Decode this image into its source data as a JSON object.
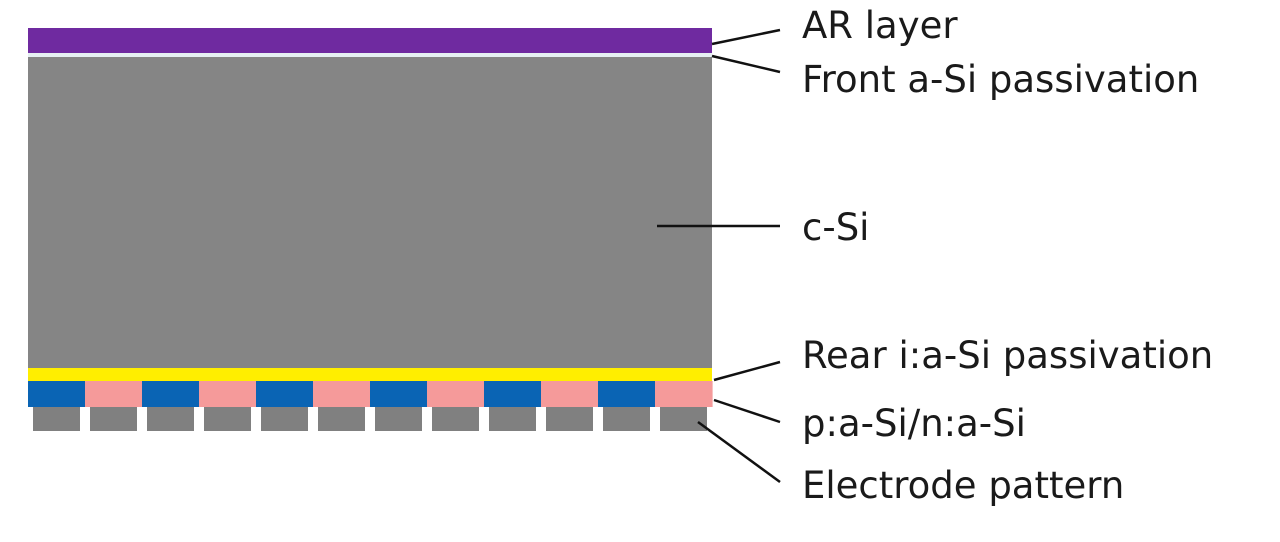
{
  "labels": {
    "ar_layer": "AR layer",
    "front_passivation": "Front a-Si passivation",
    "c_si": "c-Si",
    "rear_passivation": "Rear i:a-Si passivation",
    "doped_layers": "p:a-Si/n:a-Si",
    "electrode": "Electrode pattern"
  },
  "colors": {
    "ar_layer": "#6f2aa0",
    "front_passivation": "#e6f0f3",
    "c_si": "#858585",
    "rear_passivation": "#ffee00",
    "p_a_si": "#0a64b4",
    "n_a_si": "#f59a9a",
    "electrode": "#808080",
    "leader_line": "#111111"
  },
  "doped_pattern": [
    "p",
    "n",
    "p",
    "n",
    "p",
    "n",
    "p",
    "n",
    "p",
    "n",
    "p",
    "n"
  ],
  "electrode_count": 12
}
